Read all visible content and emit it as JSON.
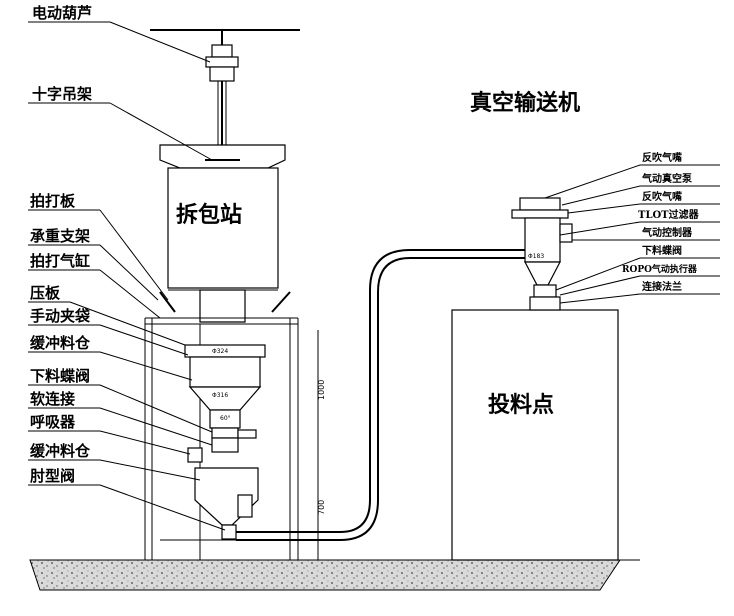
{
  "labels": {
    "hoist": "电动葫芦",
    "cross_hanger": "十字吊架",
    "pat_plate": "拍打板",
    "load_support": "承重支架",
    "pat_cylinder": "拍打气缸",
    "press_plate": "压板",
    "manual_clamp": "手动夹袋",
    "buffer_bin_1": "缓冲料仓",
    "discharge_valve": "下料蝶阀",
    "soft_connection": "软连接",
    "breather": "呼吸器",
    "buffer_bin_2": "缓冲料仓",
    "elbow_valve": "肘型阀",
    "unpacking_station": "拆包站",
    "vacuum_conveyor": "真空输送机",
    "feeding_point": "投料点"
  },
  "right_labels": {
    "blowback_nozzle_1": "反吹气嘴",
    "vacuum_pump": "气动真空泵",
    "blowback_nozzle_2": "反吹气嘴",
    "filter": "TLOT过滤器",
    "pneumatic_controller": "气动控制器",
    "discharge_valve": "下料蝶阀",
    "actuator": "ROPO气动执行器",
    "flange": "连接法兰"
  },
  "dimensions": {
    "d1000": "1000",
    "d700": "700",
    "phi324": "Φ324",
    "phi316": "Φ316",
    "phi183": "Φ183",
    "angle60": "60°"
  },
  "colors": {
    "ink": "#000000",
    "ground": "#bdbdbd",
    "paper": "#ffffff"
  }
}
